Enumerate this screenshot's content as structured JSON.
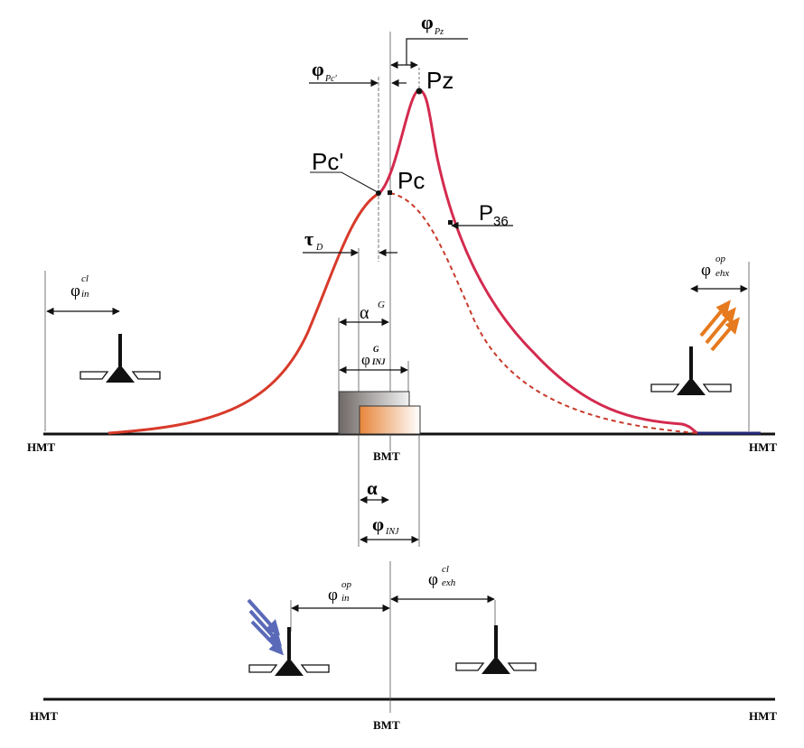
{
  "labels": {
    "hmt_top_left": "HMT",
    "hmt_top_right": "HMT",
    "bmt_top": "BMT",
    "hmt_bottom_left": "HMT",
    "hmt_bottom_right": "HMT",
    "bmt_bottom": "BMT",
    "pz": "Pz",
    "pc_prime": "Pc'",
    "pc": "Pc",
    "p36_main": "P",
    "p36_sub": "36",
    "phi_glyph": "φ",
    "alpha_glyph": "α",
    "tau_glyph": "τ",
    "sub_pz": "Pz",
    "sub_pc_prime": "Pc'",
    "sub_d": "D",
    "sup_g": "G",
    "sub_inj": "INJ",
    "sup_cl": "cl",
    "sup_op": "op",
    "sub_in": "in",
    "sub_exh": "exh",
    "sub_ehx": "ehx"
  },
  "colors": {
    "axis": "#111111",
    "compression_curve": "#d83a2a",
    "combustion_curve": "#d42a4e",
    "motoring_dash": "#c83a2a",
    "tail_curve": "#26287a",
    "injection_block": "#e8863a",
    "ignition_block": "#8f8784",
    "exhaust_arrows": "#e67a1e",
    "intake_arrows": "#5a6ab8"
  },
  "icons": {
    "intake_valve_closing": "poppet-valve-icon",
    "exhaust_valve_opening": "poppet-valve-icon",
    "intake_valve_opening": "poppet-valve-icon",
    "exhaust_valve_closing": "poppet-valve-icon",
    "exhaust_flow": "triple-arrow-icon",
    "intake_flow": "triple-arrow-icon"
  }
}
